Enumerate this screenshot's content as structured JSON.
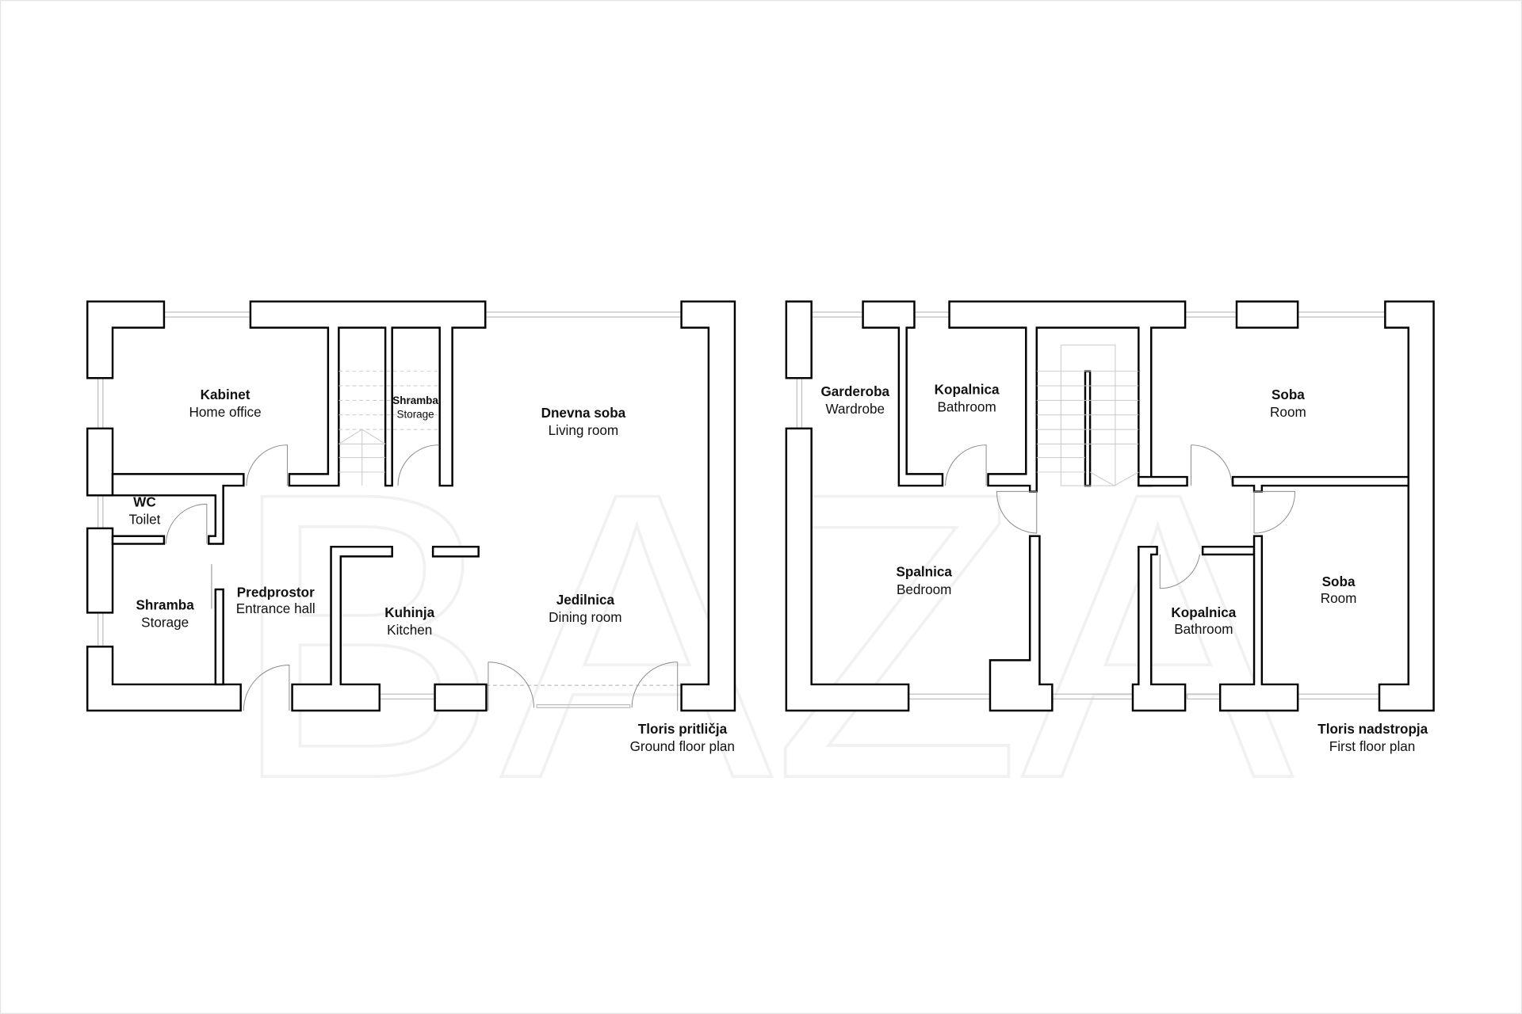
{
  "watermark": "BAZA",
  "ground_floor": {
    "caption_title": "Tloris pritličja",
    "caption_subtitle": "Ground floor plan",
    "rooms": [
      {
        "name": "Kabinet",
        "label": "Home office"
      },
      {
        "name": "Shramba",
        "label": "Storage"
      },
      {
        "name": "Dnevna soba",
        "label": "Living room"
      },
      {
        "name": "WC",
        "label": "Toilet"
      },
      {
        "name": "Shramba",
        "label": "Storage"
      },
      {
        "name": "Predprostor",
        "label": "Entrance hall"
      },
      {
        "name": "Kuhinja",
        "label": "Kitchen"
      },
      {
        "name": "Jedilnica",
        "label": "Dining room"
      }
    ]
  },
  "first_floor": {
    "caption_title": "Tloris nadstropja",
    "caption_subtitle": "First floor plan",
    "rooms": [
      {
        "name": "Garderoba",
        "label": "Wardrobe"
      },
      {
        "name": "Kopalnica",
        "label": "Bathroom"
      },
      {
        "name": "Soba",
        "label": "Room"
      },
      {
        "name": "Spalnica",
        "label": "Bedroom"
      },
      {
        "name": "Kopalnica",
        "label": "Bathroom"
      },
      {
        "name": "Soba",
        "label": "Room"
      }
    ]
  }
}
